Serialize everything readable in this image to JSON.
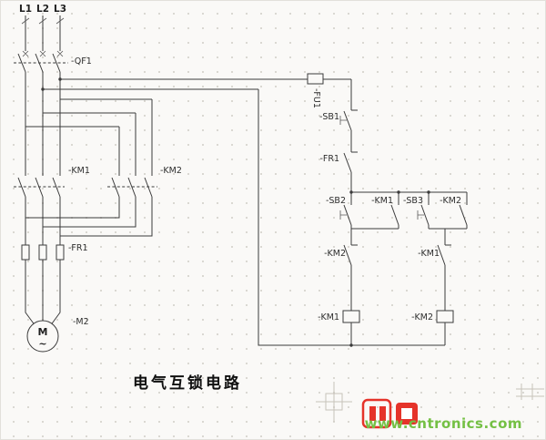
{
  "title": "电气互锁电路",
  "watermark": "www.cntronics.com",
  "power": {
    "phase_l1": "L1",
    "phase_l2": "L2",
    "phase_l3": "L3",
    "breaker": "-QF1",
    "km1": "-KM1",
    "km2": "-KM2",
    "thermal": "-FR1",
    "motor_tag": "-M2",
    "motor_m": "M",
    "motor_wave": "~"
  },
  "control": {
    "fuse": "-FU1",
    "sb1": "-SB1",
    "fr1": "-FR1",
    "sb2": "-SB2",
    "km1_aux": "-KM1",
    "sb3": "-SB3",
    "km2_aux": "-KM2",
    "km2_nc": "-KM2",
    "km1_nc": "-KM1",
    "km1_coil": "-KM1",
    "km2_coil": "-KM2"
  }
}
